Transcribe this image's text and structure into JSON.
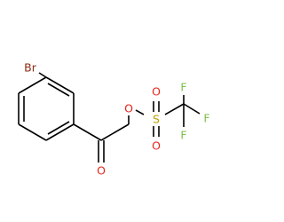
{
  "molecule": {
    "atoms": {
      "bromine": {
        "label": "Br",
        "color": "#8b2c12"
      },
      "carbonyl_oxygen": {
        "label": "O",
        "color": "#e8241a"
      },
      "ester_oxygen": {
        "label": "O",
        "color": "#e8241a"
      },
      "sulfur": {
        "label": "S",
        "color": "#b8a000"
      },
      "sulfonyl_oxygen_top": {
        "label": "O",
        "color": "#e8241a"
      },
      "sulfonyl_oxygen_bottom": {
        "label": "O",
        "color": "#e8241a"
      },
      "fluorine_top": {
        "label": "F",
        "color": "#7cc04a"
      },
      "fluorine_right": {
        "label": "F",
        "color": "#7cc04a"
      },
      "fluorine_bottom": {
        "label": "F",
        "color": "#7cc04a"
      }
    },
    "bond_color": "#000000",
    "background": "#ffffff"
  }
}
